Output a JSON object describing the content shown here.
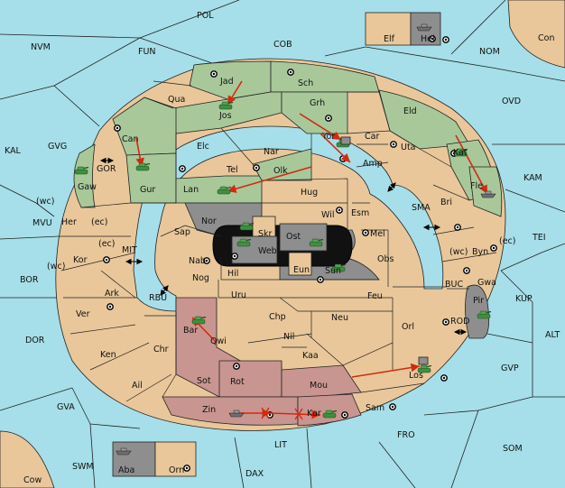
{
  "colors": {
    "sea": "#a6dfe9",
    "neutral_land": "#e9c79a",
    "green_power": "#a8c89a",
    "rose_power": "#c99590",
    "grey_power": "#8e8e8e",
    "order_arrow": "#d22a10",
    "army_unit": "#3f8f3f",
    "fleet_unit": "#6f6f6f"
  },
  "unit_icons": [
    "army-tank-icon",
    "fleet-ship-icon",
    "supply-center-icon",
    "convoy-arrow-icon",
    "cut-support-x-icon"
  ],
  "labels": {
    "POL": "POL",
    "Elf": "Elf",
    "Hel": "Hel",
    "Con": "Con",
    "NVM": "NVM",
    "FUN": "FUN",
    "COB": "COB",
    "NOM": "NOM",
    "OVD": "OVD",
    "KAL": "KAL",
    "GVG": "GVG",
    "GOR": "GOR",
    "Gaw": "Gaw",
    "KAM": "KAM",
    "SMA": "SMA",
    "TEI": "TEI",
    "MVU": "MVU",
    "MIT": "MIT",
    "BOR": "BOR",
    "RBU": "RBU",
    "BUC": "BUC",
    "KUP": "KUP",
    "DOR": "DOR",
    "ROD": "ROD",
    "ALT": "ALT",
    "GVP": "GVP",
    "GVA": "GVA",
    "FRO": "FRO",
    "LIT": "LIT",
    "SOM": "SOM",
    "SWM": "SWM",
    "Aba": "Aba",
    "Orn": "Orn",
    "DAX": "DAX",
    "Cow": "Cow",
    "Jad": "Jad",
    "Sch": "Sch",
    "Qua": "Qua",
    "Jos": "Jos",
    "Grh": "Grh",
    "Eld": "Eld",
    "Can": "Can",
    "Elc": "Elc",
    "Nar": "Nar",
    "Yor": "Yor",
    "Car": "Car",
    "Uta": "Uta",
    "Kat": "Kat",
    "Tel": "Tel",
    "Amp": "Amp",
    "Olk": "Olk",
    "Gur": "Gur",
    "Lan": "Lan",
    "Hug": "Hug",
    "Fle": "Fle",
    "Bri": "Bri",
    "Wil": "Wil",
    "Esm": "Esm",
    "Nor": "Nor",
    "Her": "Her",
    "wc": "(wc)",
    "ec": "(ec)",
    "Sap": "Sap",
    "Skr": "Skr",
    "Ost": "Ost",
    "Web": "Web",
    "Mel": "Mel",
    "Byn": "Byn",
    "Kor": "Kor",
    "Nab": "Nab",
    "Eun": "Eun",
    "Obs": "Obs",
    "Hil": "Hil",
    "Sun": "Sun",
    "Gwa": "Gwa",
    "Nog": "Nog",
    "Ark": "Ark",
    "Uru": "Uru",
    "Feu": "Feu",
    "Pir": "Pir",
    "Chp": "Chp",
    "Neu": "Neu",
    "Ver": "Ver",
    "Bar": "Bar",
    "Qwi": "Qwi",
    "Orl": "Orl",
    "Nil": "Nil",
    "Ken": "Ken",
    "Chr": "Chr",
    "Kaa": "Kaa",
    "Los": "Los",
    "Rot": "Rot",
    "Sot": "Sot",
    "Mou": "Mou",
    "Ail": "Ail",
    "Zin": "Zin",
    "Kar": "Kar",
    "Sam": "Sam"
  }
}
